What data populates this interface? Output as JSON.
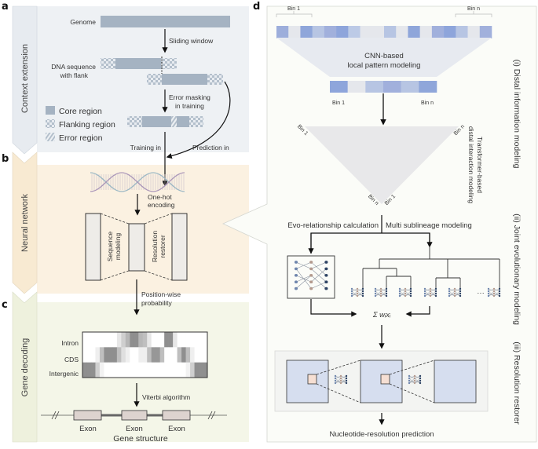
{
  "figure": {
    "panel_letters": [
      "a",
      "b",
      "c",
      "d"
    ],
    "colors": {
      "panel_a_bg": "#eef1f4",
      "panel_b_bg": "#fbf1e1",
      "panel_c_bg": "#f4f6e8",
      "panel_d_bg": "#fbfcf8",
      "core_region": "#a5b3c2",
      "gene_exon": "#ddd3cf",
      "bin_shades": [
        "#9daedb",
        "#e5e7ec",
        "#8fa6da",
        "#b7c5e3",
        "#a1b0dc",
        "#8ea5db",
        "#bccae6"
      ]
    }
  },
  "panel_a": {
    "side_label": "Context extension",
    "genome_label": "Genome",
    "sliding_window_label": "Sliding window",
    "dna_seq_label_line1": "DNA sequence",
    "dna_seq_label_line2": "with flank",
    "error_masking_line1": "Error masking",
    "error_masking_line2": "in training",
    "legend": [
      {
        "label": "Core region",
        "pattern": "solid"
      },
      {
        "label": "Flanking region",
        "pattern": "checker"
      },
      {
        "label": "Error region",
        "pattern": "hatch"
      }
    ],
    "training_in": "Training in",
    "prediction_in": "Prediction in"
  },
  "panel_b": {
    "side_label": "Neural network",
    "one_hot_line1": "One-hot",
    "one_hot_line2": "encoding",
    "sequence_modeling_line1": "Sequence",
    "sequence_modeling_line2": "modeling",
    "resolution_restorer_line1": "Resolution",
    "resolution_restorer_line2": "restorer",
    "position_wise_line1": "Position-wise",
    "position_wise_line2": "probability"
  },
  "panel_c": {
    "side_label": "Gene decoding",
    "heatmap_rows": [
      "Intron",
      "CDS",
      "Intergenic"
    ],
    "heatmap_values": [
      [
        0,
        0,
        0,
        0,
        0,
        0,
        0,
        0,
        0.15,
        0.3,
        0.45,
        0.7,
        0.7,
        0.45,
        0.4,
        0.15,
        0,
        0,
        0,
        0.7,
        0.7,
        0.15,
        0,
        0,
        0,
        0,
        0,
        0,
        0
      ],
      [
        0,
        0,
        0,
        0.1,
        0.4,
        0.7,
        0.7,
        0.7,
        0.4,
        0.2,
        0.1,
        0,
        0,
        0.1,
        0.1,
        0.4,
        0.65,
        0.65,
        0.4,
        0,
        0,
        0,
        0.4,
        0.7,
        0.4,
        0.1,
        0,
        0,
        0
      ],
      [
        0.7,
        0.7,
        0.7,
        0.3,
        0.08,
        0,
        0,
        0,
        0,
        0,
        0,
        0,
        0,
        0,
        0,
        0,
        0,
        0,
        0,
        0,
        0,
        0,
        0,
        0,
        0.08,
        0.3,
        0.7,
        0.7,
        0.7
      ]
    ],
    "viterbi_label": "Viterbi algorithm",
    "exons": [
      "Exon",
      "Exon",
      "Exon"
    ],
    "gene_structure_label": "Gene structure"
  },
  "panel_d": {
    "bin1_label": "Bin 1",
    "binn_label": "Bin n",
    "input_bins": [
      0,
      1,
      2,
      3,
      4,
      5,
      6,
      1,
      1,
      3,
      1,
      2,
      1,
      4,
      5,
      3,
      1,
      4
    ],
    "cnn_line1": "CNN-based",
    "cnn_line2": "local pattern modeling",
    "output_bins": [
      5,
      1,
      3,
      4,
      3,
      2
    ],
    "transformer_line1": "Transformer-based",
    "transformer_line2": "distal interaction modeling",
    "evo_relationship": "Evo-relationship calculation",
    "multi_sublineage": "Multi sublineage modeling",
    "sum_label": "Σ wᵢxᵢ",
    "ellipsis": "···",
    "prediction_label": "Nucleotide-resolution prediction",
    "section_labels": [
      "(i) Distal information modeling",
      "(ii) Joint evolutionary modeling",
      "(iii) Resolution restorer"
    ]
  }
}
